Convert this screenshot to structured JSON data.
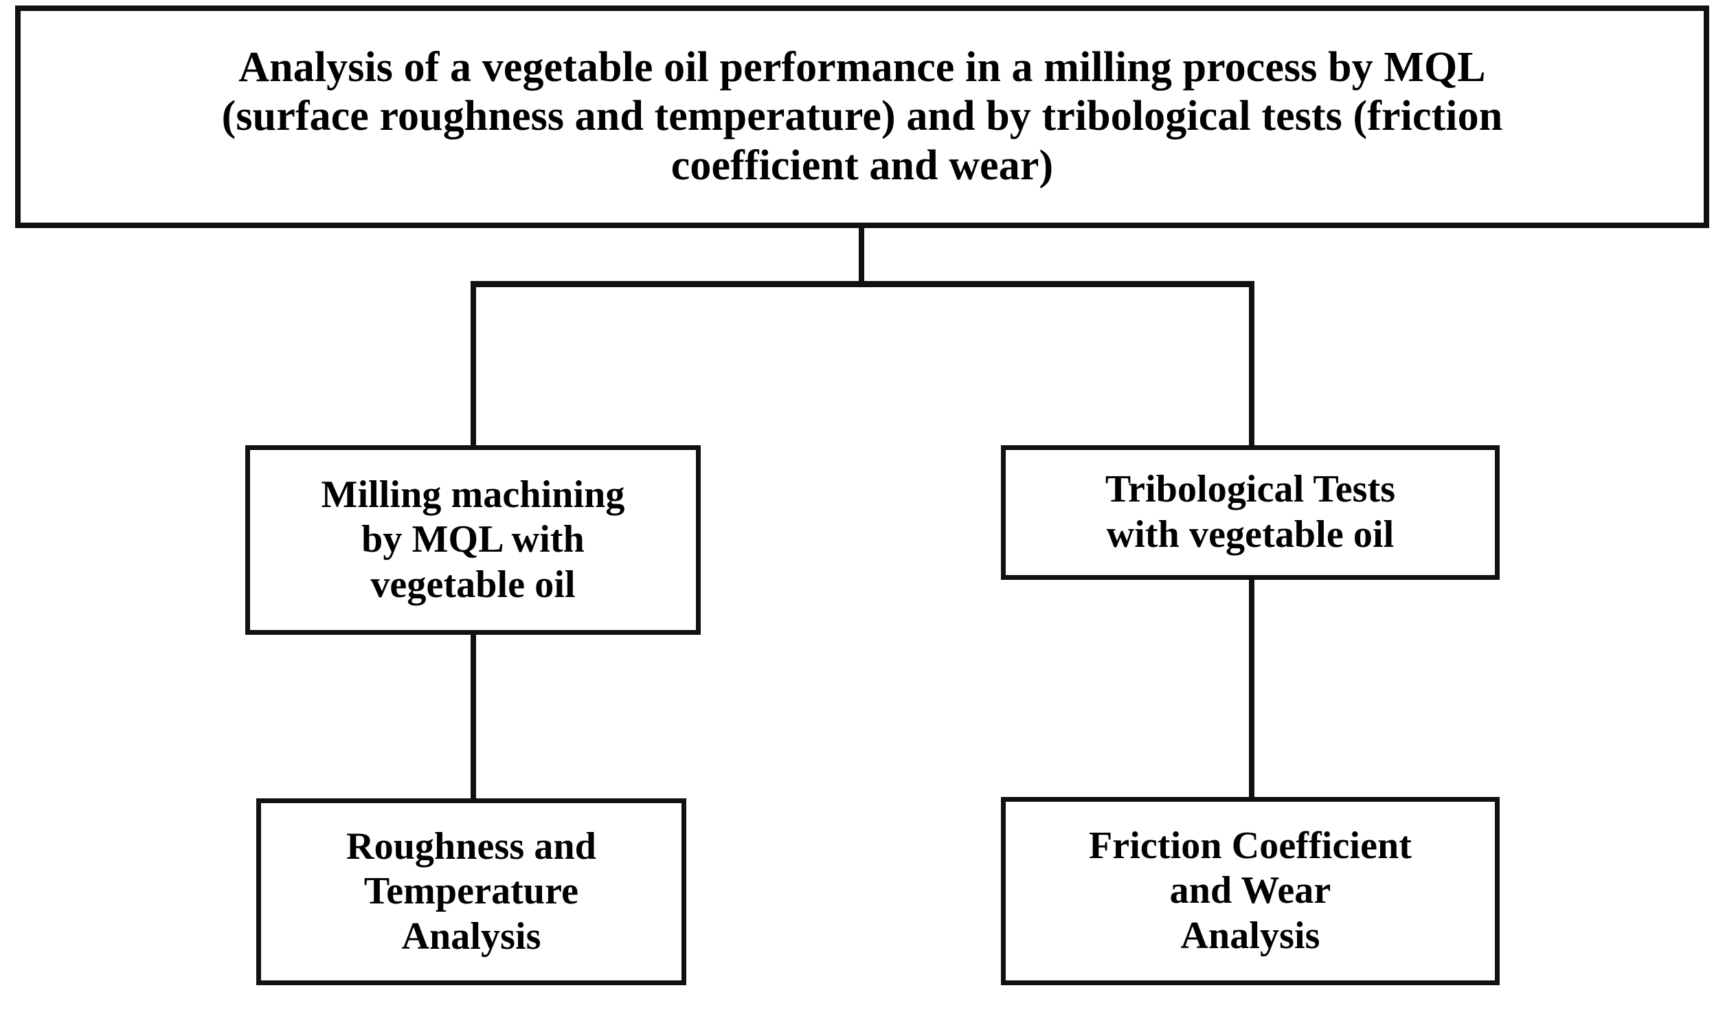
{
  "diagram": {
    "type": "flowchart",
    "orientation": "top-down",
    "background_color": "#ffffff",
    "line_color": "#111111",
    "text_color": "#000000",
    "nodes": {
      "root": {
        "id": "root",
        "level": 0,
        "text": "Analysis of a vegetable oil performance in a milling process by MQL (surface roughness and temperature) and by tribological tests (friction coefficient and wear)",
        "lines": [
          "Analysis of a vegetable oil performance in a milling process by MQL",
          "(surface roughness and temperature) and by tribological tests (friction",
          "coefficient and wear)"
        ]
      },
      "milling": {
        "id": "milling",
        "level": 1,
        "branch": "left",
        "text": "Milling machining by MQL with vegetable oil",
        "lines": [
          "Milling machining",
          "by MQL with",
          "vegetable oil"
        ]
      },
      "tribological": {
        "id": "tribological",
        "level": 1,
        "branch": "right",
        "text": "Tribological Tests with vegetable oil",
        "lines": [
          "Tribological Tests",
          "with vegetable oil"
        ]
      },
      "roughness": {
        "id": "roughness",
        "level": 2,
        "branch": "left",
        "text": "Roughness and Temperature Analysis",
        "lines": [
          "Roughness and",
          "Temperature",
          "Analysis"
        ]
      },
      "friction": {
        "id": "friction",
        "level": 2,
        "branch": "right",
        "text": "Friction Coefficient and Wear Analysis",
        "lines": [
          "Friction Coefficient",
          "and Wear",
          "Analysis"
        ]
      }
    },
    "edges": [
      {
        "from": "root",
        "to": "milling",
        "style": "orthogonal"
      },
      {
        "from": "root",
        "to": "tribological",
        "style": "orthogonal"
      },
      {
        "from": "milling",
        "to": "roughness",
        "style": "straight"
      },
      {
        "from": "tribological",
        "to": "friction",
        "style": "straight"
      }
    ]
  }
}
